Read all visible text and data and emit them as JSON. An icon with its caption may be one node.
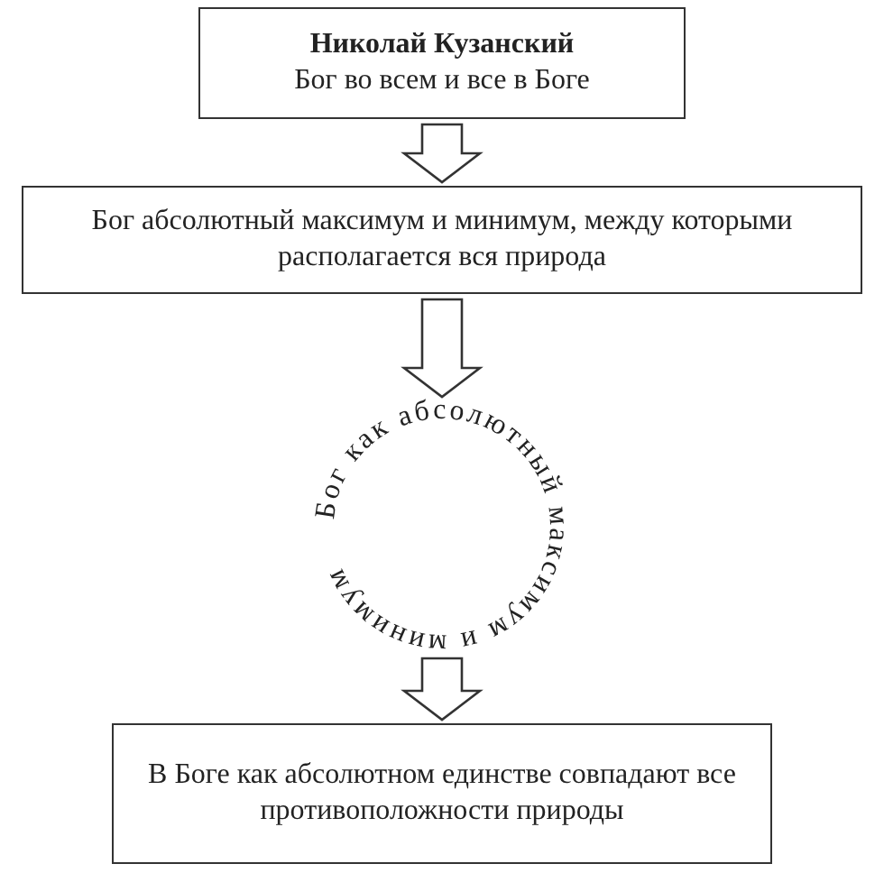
{
  "diagram": {
    "nodes": [
      {
        "text": [
          "Николай Кузанский",
          "Бог во всем и все в Боге"
        ]
      },
      {
        "text": [
          "Бог абсолютный максимум и минимум, между которыми располагается вся природа"
        ]
      },
      {
        "text": [
          "Бог как абсолютный максимум и минимум"
        ]
      },
      {
        "text": [
          "В Боге как абсолютном единстве совпадают все противоположности природы"
        ]
      }
    ],
    "edges": [
      {
        "from": 0,
        "to": 1,
        "arrow": "to"
      },
      {
        "from": 1,
        "to": 2,
        "arrow": "to"
      },
      {
        "from": 2,
        "to": 3,
        "arrow": "to"
      }
    ]
  }
}
